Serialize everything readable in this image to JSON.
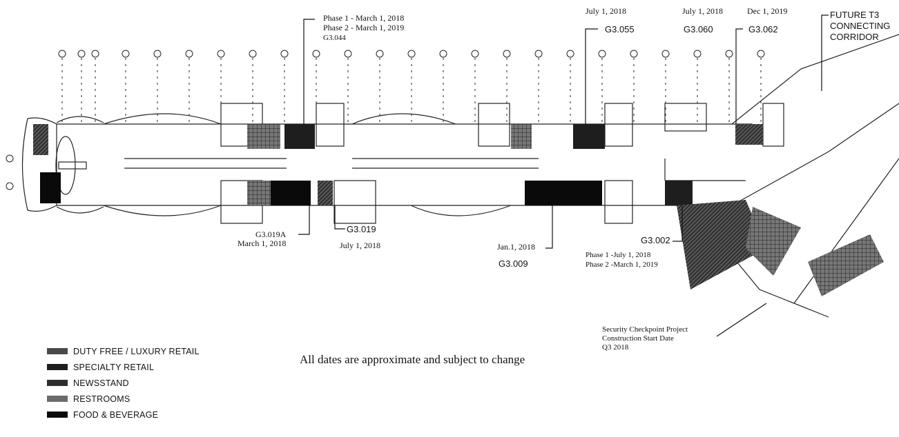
{
  "title_blocks": {
    "g3_044": {
      "line1": "Phase 1 - March 1, 2018",
      "line2": "Phase 2 - March 1, 2019",
      "gate": "G3.044"
    },
    "g3_055": {
      "date": "July 1, 2018",
      "gate": "G3.055"
    },
    "g3_060": {
      "date": "July 1, 2018",
      "gate": "G3.060"
    },
    "g3_062": {
      "date": "Dec 1, 2019",
      "gate": "G3.062"
    },
    "t3": {
      "line1": "FUTURE T3",
      "line2": "CONNECTING",
      "line3": "CORRIDOR"
    },
    "g3_019a": {
      "gate": "G3.019A",
      "date": "March 1, 2018"
    },
    "g3_019": {
      "gate": "G3.019",
      "date": "July 1, 2018"
    },
    "g3_009": {
      "date": "Jan.1, 2018",
      "gate": "G3.009"
    },
    "g3_002": {
      "gate": "G3.002",
      "line1": "Phase 1 -July 1, 2018",
      "line2": "Phase 2 -March 1, 2019"
    },
    "security": {
      "line1": "Security Checkpoint Project",
      "line2": "Construction Start Date",
      "line3": "Q3 2018"
    }
  },
  "note": "All dates are approximate and subject to change",
  "legend": [
    {
      "label": "DUTY FREE / LUXURY RETAIL",
      "color": "#4a4a4a"
    },
    {
      "label": "SPECIALTY RETAIL",
      "color": "#1e1e1e"
    },
    {
      "label": "NEWSSTAND",
      "color": "#2e2e2e"
    },
    {
      "label": "RESTROOMS",
      "color": "#6b6b6b"
    },
    {
      "label": "FOOD & BEVERAGE",
      "color": "#0a0a0a"
    }
  ]
}
